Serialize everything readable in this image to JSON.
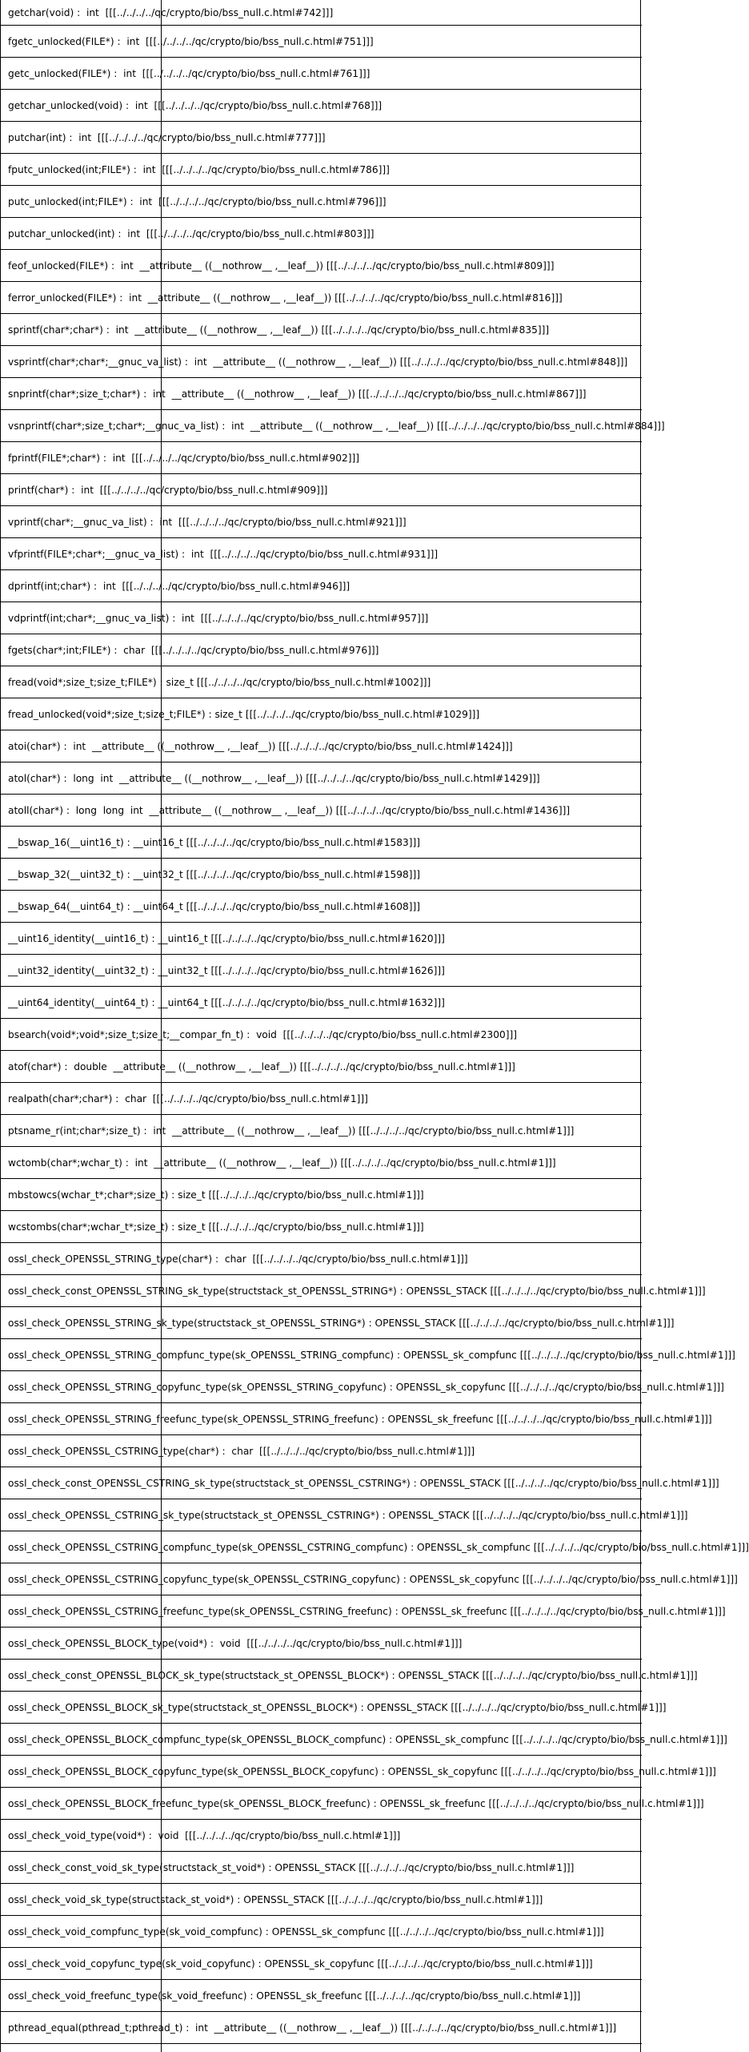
{
  "entries": [
    "getchar(void) :  int  [[[../../../../qc/crypto/bio/bss_null.c.html#742]]]",
    "fgetc_unlocked(FILE*) :  int  [[[../../../../qc/crypto/bio/bss_null.c.html#751]]]",
    "getc_unlocked(FILE*) :  int  [[[../../../../qc/crypto/bio/bss_null.c.html#761]]]",
    "getchar_unlocked(void) :  int  [[[../../../../qc/crypto/bio/bss_null.c.html#768]]]",
    "putchar(int) :  int  [[[../../../../qc/crypto/bio/bss_null.c.html#777]]]",
    "fputc_unlocked(int;FILE*) :  int  [[[../../../../qc/crypto/bio/bss_null.c.html#786]]]",
    "putc_unlocked(int;FILE*) :  int  [[[../../../../qc/crypto/bio/bss_null.c.html#796]]]",
    "putchar_unlocked(int) :  int  [[[../../../../qc/crypto/bio/bss_null.c.html#803]]]",
    "feof_unlocked(FILE*) :  int  __attribute__ ((__nothrow__ ,__leaf__)) [[[../../../../qc/crypto/bio/bss_null.c.html#809]]]",
    "ferror_unlocked(FILE*) :  int  __attribute__ ((__nothrow__ ,__leaf__)) [[[../../../../qc/crypto/bio/bss_null.c.html#816]]]",
    "sprintf(char*;char*) :  int  __attribute__ ((__nothrow__ ,__leaf__)) [[[../../../../qc/crypto/bio/bss_null.c.html#835]]]",
    "vsprintf(char*;char*;__gnuc_va_list) :  int  __attribute__ ((__nothrow__ ,__leaf__)) [[[../../../../qc/crypto/bio/bss_null.c.html#848]]]",
    "snprintf(char*;size_t;char*) :  int  __attribute__ ((__nothrow__ ,__leaf__)) [[[../../../../qc/crypto/bio/bss_null.c.html#867]]]",
    "vsnprintf(char*;size_t;char*;__gnuc_va_list) :  int  __attribute__ ((__nothrow__ ,__leaf__)) [[[../../../../qc/crypto/bio/bss_null.c.html#884]]]",
    "fprintf(FILE*;char*) :  int  [[[../../../../qc/crypto/bio/bss_null.c.html#902]]]",
    "printf(char*) :  int  [[[../../../../qc/crypto/bio/bss_null.c.html#909]]]",
    "vprintf(char*;__gnuc_va_list) :  int  [[[../../../../qc/crypto/bio/bss_null.c.html#921]]]",
    "vfprintf(FILE*;char*;__gnuc_va_list) :  int  [[[../../../../qc/crypto/bio/bss_null.c.html#931]]]",
    "dprintf(int;char*) :  int  [[[../../../../qc/crypto/bio/bss_null.c.html#946]]]",
    "vdprintf(int;char*;__gnuc_va_list) :  int  [[[../../../../qc/crypto/bio/bss_null.c.html#957]]]",
    "fgets(char*;int;FILE*) :  char  [[[../../../../qc/crypto/bio/bss_null.c.html#976]]]",
    "fread(void*;size_t;size_t;FILE*) : size_t [[[../../../../qc/crypto/bio/bss_null.c.html#1002]]]",
    "fread_unlocked(void*;size_t;size_t;FILE*) : size_t [[[../../../../qc/crypto/bio/bss_null.c.html#1029]]]",
    "atoi(char*) :  int  __attribute__ ((__nothrow__ ,__leaf__)) [[[../../../../qc/crypto/bio/bss_null.c.html#1424]]]",
    "atol(char*) :  long  int  __attribute__ ((__nothrow__ ,__leaf__)) [[[../../../../qc/crypto/bio/bss_null.c.html#1429]]]",
    "atoll(char*) :  long  long  int  __attribute__ ((__nothrow__ ,__leaf__)) [[[../../../../qc/crypto/bio/bss_null.c.html#1436]]]",
    "__bswap_16(__uint16_t) : __uint16_t [[[../../../../qc/crypto/bio/bss_null.c.html#1583]]]",
    "__bswap_32(__uint32_t) : __uint32_t [[[../../../../qc/crypto/bio/bss_null.c.html#1598]]]",
    "__bswap_64(__uint64_t) : __uint64_t [[[../../../../qc/crypto/bio/bss_null.c.html#1608]]]",
    "__uint16_identity(__uint16_t) : __uint16_t [[[../../../../qc/crypto/bio/bss_null.c.html#1620]]]",
    "__uint32_identity(__uint32_t) : __uint32_t [[[../../../../qc/crypto/bio/bss_null.c.html#1626]]]",
    "__uint64_identity(__uint64_t) : __uint64_t [[[../../../../qc/crypto/bio/bss_null.c.html#1632]]]",
    "bsearch(void*;void*;size_t;size_t;__compar_fn_t) :  void  [[[../../../../qc/crypto/bio/bss_null.c.html#2300]]]",
    "atof(char*) :  double  __attribute__ ((__nothrow__ ,__leaf__)) [[[../../../../qc/crypto/bio/bss_null.c.html#1]]]",
    "realpath(char*;char*) :  char  [[[../../../../qc/crypto/bio/bss_null.c.html#1]]]",
    "ptsname_r(int;char*;size_t) :  int  __attribute__ ((__nothrow__ ,__leaf__)) [[[../../../../qc/crypto/bio/bss_null.c.html#1]]]",
    "wctomb(char*;wchar_t) :  int  __attribute__ ((__nothrow__ ,__leaf__)) [[[../../../../qc/crypto/bio/bss_null.c.html#1]]]",
    "mbstowcs(wchar_t*;char*;size_t) : size_t [[[../../../../qc/crypto/bio/bss_null.c.html#1]]]",
    "wcstombs(char*;wchar_t*;size_t) : size_t [[[../../../../qc/crypto/bio/bss_null.c.html#1]]]",
    "ossl_check_OPENSSL_STRING_type(char*) :  char  [[[../../../../qc/crypto/bio/bss_null.c.html#1]]]",
    "ossl_check_const_OPENSSL_STRING_sk_type(structstack_st_OPENSSL_STRING*) : OPENSSL_STACK [[[../../../../qc/crypto/bio/bss_null.c.html#1]]]",
    "ossl_check_OPENSSL_STRING_sk_type(structstack_st_OPENSSL_STRING*) : OPENSSL_STACK [[[../../../../qc/crypto/bio/bss_null.c.html#1]]]",
    "ossl_check_OPENSSL_STRING_compfunc_type(sk_OPENSSL_STRING_compfunc) : OPENSSL_sk_compfunc [[[../../../../qc/crypto/bio/bss_null.c.html#1]]]",
    "ossl_check_OPENSSL_STRING_copyfunc_type(sk_OPENSSL_STRING_copyfunc) : OPENSSL_sk_copyfunc [[[../../../../qc/crypto/bio/bss_null.c.html#1]]]",
    "ossl_check_OPENSSL_STRING_freefunc_type(sk_OPENSSL_STRING_freefunc) : OPENSSL_sk_freefunc [[[../../../../qc/crypto/bio/bss_null.c.html#1]]]",
    "ossl_check_OPENSSL_CSTRING_type(char*) :  char  [[[../../../../qc/crypto/bio/bss_null.c.html#1]]]",
    "ossl_check_const_OPENSSL_CSTRING_sk_type(structstack_st_OPENSSL_CSTRING*) : OPENSSL_STACK [[[../../../../qc/crypto/bio/bss_null.c.html#1]]]",
    "ossl_check_OPENSSL_CSTRING_sk_type(structstack_st_OPENSSL_CSTRING*) : OPENSSL_STACK [[[../../../../qc/crypto/bio/bss_null.c.html#1]]]",
    "ossl_check_OPENSSL_CSTRING_compfunc_type(sk_OPENSSL_CSTRING_compfunc) : OPENSSL_sk_compfunc [[[../../../../qc/crypto/bio/bss_null.c.html#1]]]",
    "ossl_check_OPENSSL_CSTRING_copyfunc_type(sk_OPENSSL_CSTRING_copyfunc) : OPENSSL_sk_copyfunc [[[../../../../qc/crypto/bio/bss_null.c.html#1]]]",
    "ossl_check_OPENSSL_CSTRING_freefunc_type(sk_OPENSSL_CSTRING_freefunc) : OPENSSL_sk_freefunc [[[../../../../qc/crypto/bio/bss_null.c.html#1]]]",
    "ossl_check_OPENSSL_BLOCK_type(void*) :  void  [[[../../../../qc/crypto/bio/bss_null.c.html#1]]]",
    "ossl_check_const_OPENSSL_BLOCK_sk_type(structstack_st_OPENSSL_BLOCK*) : OPENSSL_STACK [[[../../../../qc/crypto/bio/bss_null.c.html#1]]]",
    "ossl_check_OPENSSL_BLOCK_sk_type(structstack_st_OPENSSL_BLOCK*) : OPENSSL_STACK [[[../../../../qc/crypto/bio/bss_null.c.html#1]]]",
    "ossl_check_OPENSSL_BLOCK_compfunc_type(sk_OPENSSL_BLOCK_compfunc) : OPENSSL_sk_compfunc [[[../../../../qc/crypto/bio/bss_null.c.html#1]]]",
    "ossl_check_OPENSSL_BLOCK_copyfunc_type(sk_OPENSSL_BLOCK_copyfunc) : OPENSSL_sk_copyfunc [[[../../../../qc/crypto/bio/bss_null.c.html#1]]]",
    "ossl_check_OPENSSL_BLOCK_freefunc_type(sk_OPENSSL_BLOCK_freefunc) : OPENSSL_sk_freefunc [[[../../../../qc/crypto/bio/bss_null.c.html#1]]]",
    "ossl_check_void_type(void*) :  void  [[[../../../../qc/crypto/bio/bss_null.c.html#1]]]",
    "ossl_check_const_void_sk_type(structstack_st_void*) : OPENSSL_STACK [[[../../../../qc/crypto/bio/bss_null.c.html#1]]]",
    "ossl_check_void_sk_type(structstack_st_void*) : OPENSSL_STACK [[[../../../../qc/crypto/bio/bss_null.c.html#1]]]",
    "ossl_check_void_compfunc_type(sk_void_compfunc) : OPENSSL_sk_compfunc [[[../../../../qc/crypto/bio/bss_null.c.html#1]]]",
    "ossl_check_void_copyfunc_type(sk_void_copyfunc) : OPENSSL_sk_copyfunc [[[../../../../qc/crypto/bio/bss_null.c.html#1]]]",
    "ossl_check_void_freefunc_type(sk_void_freefunc) : OPENSSL_sk_freefunc [[[../../../../qc/crypto/bio/bss_null.c.html#1]]]",
    "pthread_equal(pthread_t;pthread_t) :  int  __attribute__ ((__nothrow__ ,__leaf__)) [[[../../../../qc/crypto/bio/bss_null.c.html#1]]]"
  ]
}
